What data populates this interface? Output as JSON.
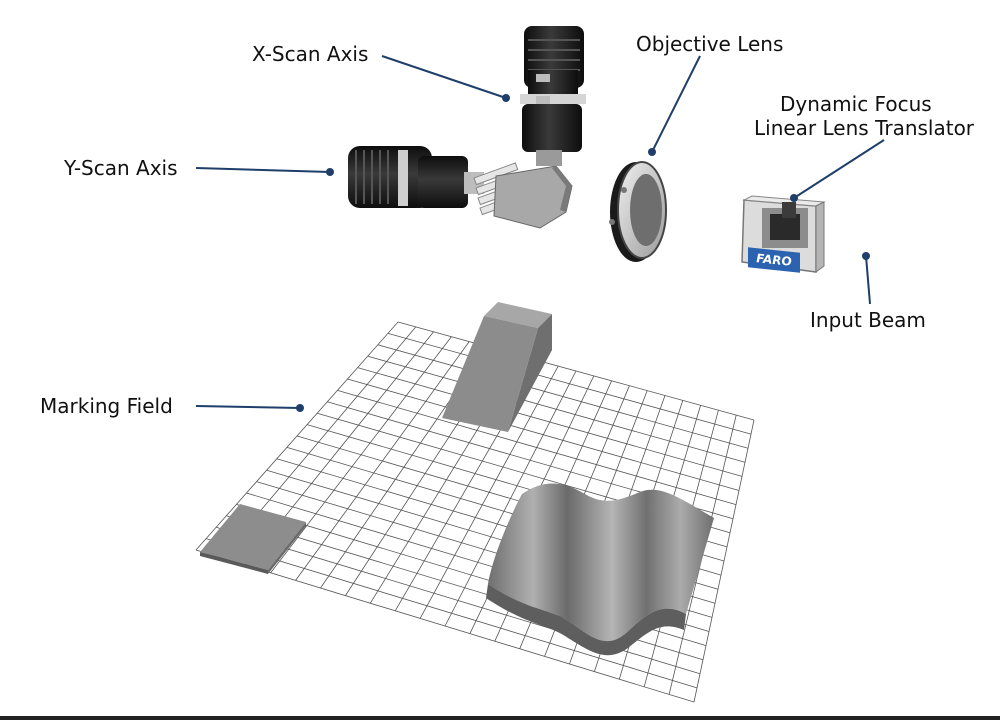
{
  "labels": {
    "x_scan_axis": "X-Scan Axis",
    "objective_lens": "Objective Lens",
    "dynamic_focus_line1": "Dynamic Focus",
    "dynamic_focus_line2": "Linear Lens Translator",
    "y_scan_axis": "Y-Scan Axis",
    "input_beam": "Input Beam",
    "marking_field": "Marking Field"
  },
  "brand": {
    "logo_text": "FARO"
  },
  "colors": {
    "callout_line": "#1f3f6b",
    "callout_dot": "#1f3f6b",
    "grid_line": "#555555",
    "object_gray": "#8a8a8a",
    "brand_blue": "#2b63b0",
    "motor_black": "#1a1a1a"
  }
}
